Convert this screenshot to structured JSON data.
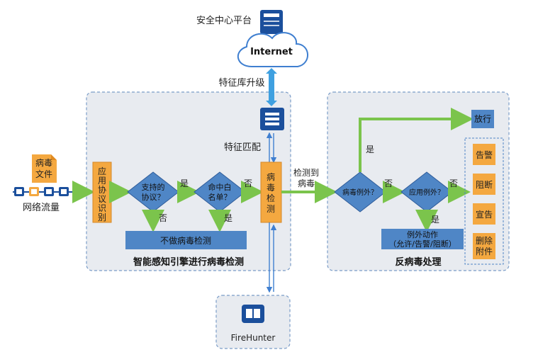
{
  "platform": {
    "label": "安全中心平台"
  },
  "cloud": {
    "label": "Internet"
  },
  "upgrade": {
    "label": "特征库升级"
  },
  "match": {
    "label": "特征匹配"
  },
  "file": {
    "line1": "病毒",
    "line2": "文件"
  },
  "traffic": {
    "label": "网络流量"
  },
  "left_panel": {
    "title": "智能感知引擎进行病毒检测",
    "app_id": [
      "应",
      "用",
      "协",
      "议",
      "识",
      "别"
    ],
    "support": {
      "line1": "支持的",
      "line2": "协议？"
    },
    "whitelist": {
      "line1": "命中白",
      "line2": "名单？"
    },
    "no_scan": "不做病毒检测",
    "virus_scan": [
      "病",
      "毒",
      "检",
      "测"
    ]
  },
  "labels": {
    "yes": "是",
    "no": "否",
    "detected_1": "检测到",
    "detected_2": "病毒"
  },
  "right_panel": {
    "title": "反病毒处理",
    "virus_exception": "病毒例外？",
    "app_exception": "应用例外？",
    "pass": "放行",
    "exception_action_1": "例外动作",
    "exception_action_2": "（允许/告警/阻断）",
    "actions": [
      {
        "line1": "告警",
        "line2": ""
      },
      {
        "line1": "阻断",
        "line2": ""
      },
      {
        "line1": "宣告",
        "line2": ""
      },
      {
        "line1": "删除",
        "line2": "附件"
      }
    ]
  },
  "firehunter": {
    "label": "FireHunter"
  },
  "colors": {
    "orange": "#F4A840",
    "blue": "#4F86C6",
    "green": "#7BC44C",
    "arrow_blue": "#3F7FD0",
    "dark_blue": "#1B4F9C",
    "panel_bg": "#E8EBF0"
  }
}
